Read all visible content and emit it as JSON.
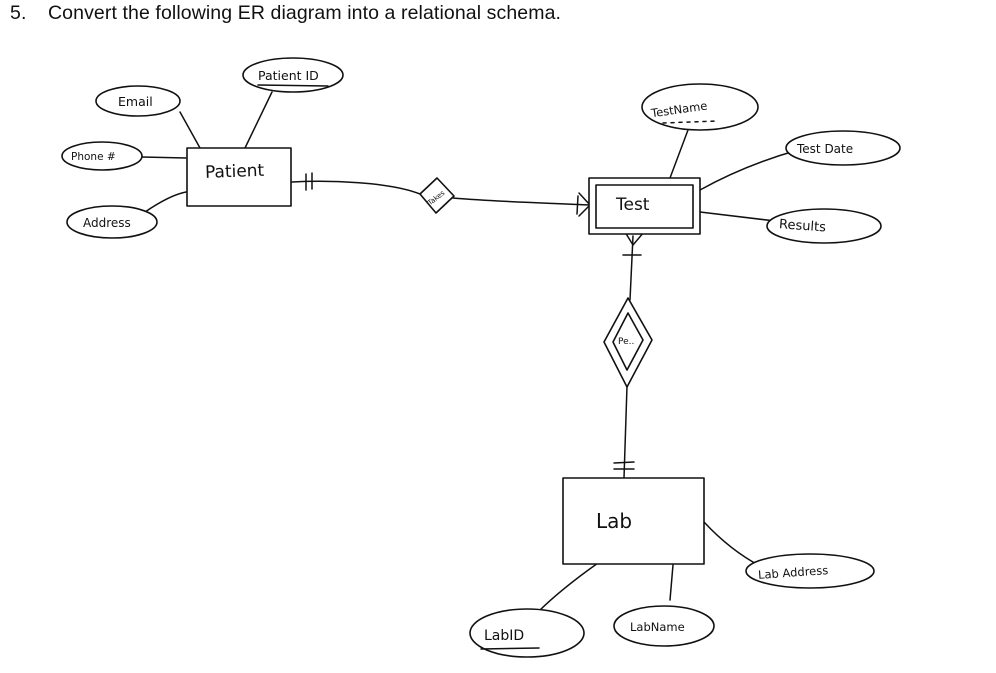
{
  "question": {
    "number": "5.",
    "text": "Convert the following ER diagram into a relational schema."
  },
  "entities": {
    "patient": "Patient",
    "test": "Test",
    "lab": "Lab"
  },
  "relationships": {
    "takes": "Takes",
    "performed_by": "Pe.."
  },
  "attributes": {
    "patient_id": "Patient ID",
    "email": "Email",
    "phone": "Phone #",
    "address": "Address",
    "test_name": "TestName",
    "test_date": "Test Date",
    "results": "Results",
    "lab_address": "Lab Address",
    "lab_id": "LabID",
    "lab_name": "LabName"
  }
}
